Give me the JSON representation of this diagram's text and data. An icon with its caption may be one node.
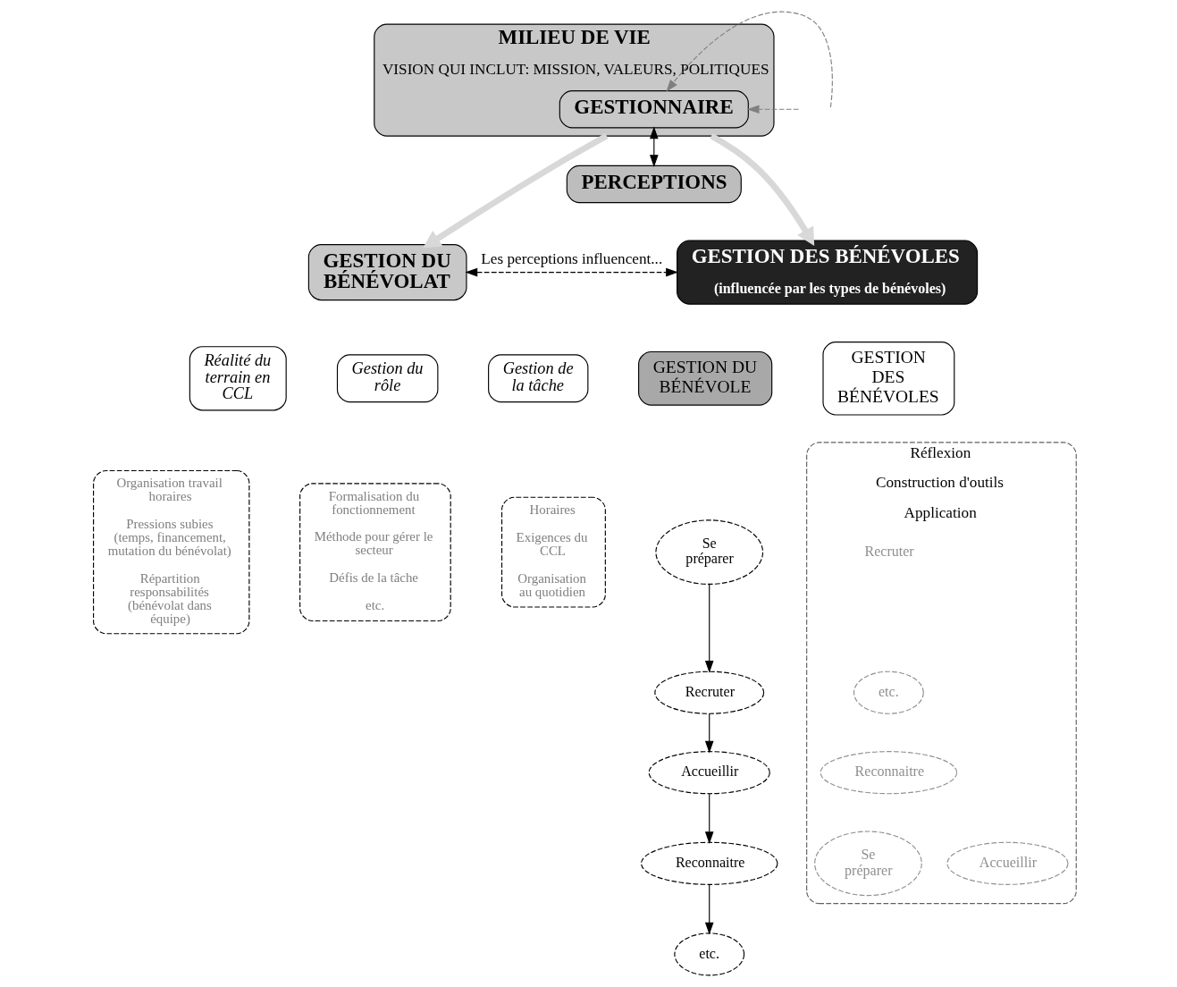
{
  "diagram": {
    "nodes": [
      {
        "text": [
          "MILIEU DE VIE",
          "VISION QUI INCLUT: MISSION, VALEURS, POLITIQUES"
        ]
      },
      {
        "text": [
          "GESTIONNAIRE"
        ],
        "in": 0
      },
      {
        "text": [
          "PERCEPTIONS"
        ]
      },
      {
        "text": [
          "GESTION DU BÉNÉVOLAT"
        ]
      },
      {
        "text": [
          "GESTION DES BÉNÉVOLES",
          "(influencée par les types de bénévoles)"
        ]
      },
      {
        "text": [
          "Réalité du terrain en CCL"
        ]
      },
      {
        "text": [
          "Organisation travail horaires",
          "Pressions subies (temps, financement, mutation du bénévolat)",
          "Répartition responsabilités (bénévolat dans équipe)"
        ]
      },
      {
        "text": [
          "Gestion du rôle"
        ]
      },
      {
        "text": [
          "Formalisation du fonctionnement",
          "Méthode pour gérer le secteur",
          "Défis de la tâche",
          "etc."
        ]
      },
      {
        "text": [
          "Gestion de la tâche"
        ]
      },
      {
        "text": [
          "Horaires",
          "Exigences du CCL",
          "Organisation au quotidien"
        ]
      },
      {
        "text": [
          "GESTION DU BÉNÉVOLE"
        ]
      },
      {
        "text": [
          "GESTION DES BÉNÉVOLES"
        ]
      },
      {
        "text": [
          "Se préparer"
        ]
      },
      {
        "text": [
          "Recruter"
        ]
      },
      {
        "text": [
          "Accueillir"
        ]
      },
      {
        "text": [
          "Reconnaitre"
        ]
      },
      {
        "text": [
          "etc."
        ]
      },
      {
        "text": [
          "Réflexion",
          "Construction d'outils",
          "Application"
        ]
      },
      {
        "text": [
          "Recruter"
        ],
        "in": 18
      },
      {
        "text": [
          "etc."
        ],
        "in": 18
      },
      {
        "text": [
          "Reconnaitre"
        ],
        "in": 18
      },
      {
        "text": [
          "Se préparer"
        ],
        "in": 18
      },
      {
        "text": [
          "Accueillir"
        ],
        "in": 18
      }
    ],
    "edges": [
      {
        "from": 1,
        "to": 2,
        "arrow": "both"
      },
      {
        "from": null,
        "to": 1,
        "arrow": "to",
        "style": "dashed",
        "color": "#808080"
      },
      {
        "from": null,
        "to": 1,
        "arrow": "to",
        "style": "dashed",
        "color": "#808080"
      },
      {
        "from": 0,
        "to": 3,
        "arrow": "to",
        "style": "thick",
        "color": "#d8d8d8"
      },
      {
        "from": 0,
        "to": 4,
        "arrow": "to",
        "style": "thick",
        "color": "#d8d8d8"
      },
      {
        "from": 3,
        "to": 4,
        "arrow": "both",
        "style": "dashed",
        "label": "Les perceptions influencent..."
      },
      {
        "from": 13,
        "to": 14,
        "arrow": "to"
      },
      {
        "from": 14,
        "to": 15,
        "arrow": "to"
      },
      {
        "from": 15,
        "to": 16,
        "arrow": "to"
      },
      {
        "from": 16,
        "to": 17,
        "arrow": "to"
      }
    ]
  }
}
